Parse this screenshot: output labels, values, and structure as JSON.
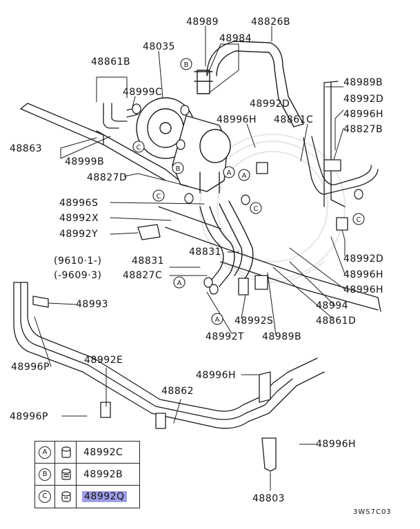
{
  "labels": {
    "p48989": "48989",
    "p48826B": "48826B",
    "p48035": "48035",
    "p48984": "48984",
    "p48861B": "48861B",
    "p48999C": "48999C",
    "p48989B_top": "48989B",
    "p48992D_top": "48992D",
    "p48992D_mid": "48992D",
    "p48996H_r1": "48996H",
    "p48996H_mid": "48996H",
    "p48861C": "48861C",
    "p48827B": "48827B",
    "p48863": "48863",
    "p48999B": "48999B",
    "p48827D": "48827D",
    "p48996S": "48996S",
    "p48992X": "48992X",
    "p48992Y": "48992Y",
    "p48831_a": "48831",
    "p48831_b": "48831",
    "p48992D_r2": "48992D",
    "p48996H_r2": "48996H",
    "p48996H_r3": "48996H",
    "date1": "(9610·1-)",
    "date2": "(-9609·3)",
    "p48827C": "48827C",
    "p48994": "48994",
    "p48993": "48993",
    "p48861D": "48861D",
    "p48992S": "48992S",
    "p48992T": "48992T",
    "p48989B_bot": "48989B",
    "p48996P_a": "48996P",
    "p48992E": "48992E",
    "p48996H_b": "48996H",
    "p48862": "48862",
    "p48996P_b": "48996P",
    "p48996H_c": "48996H",
    "p48803": "48803"
  },
  "callouts": {
    "A": "A",
    "B": "B",
    "C": "C"
  },
  "legend": [
    {
      "letter": "A",
      "part": "48992C",
      "highlight": false
    },
    {
      "letter": "B",
      "part": "48992B",
      "highlight": false
    },
    {
      "letter": "C",
      "part": "48992Q",
      "highlight": true
    }
  ],
  "diagram_code": "3WS7C03",
  "colors": {
    "line": "#1a1a1a",
    "highlight": "#9e9ee8",
    "watermark": "#e6e6e6"
  }
}
